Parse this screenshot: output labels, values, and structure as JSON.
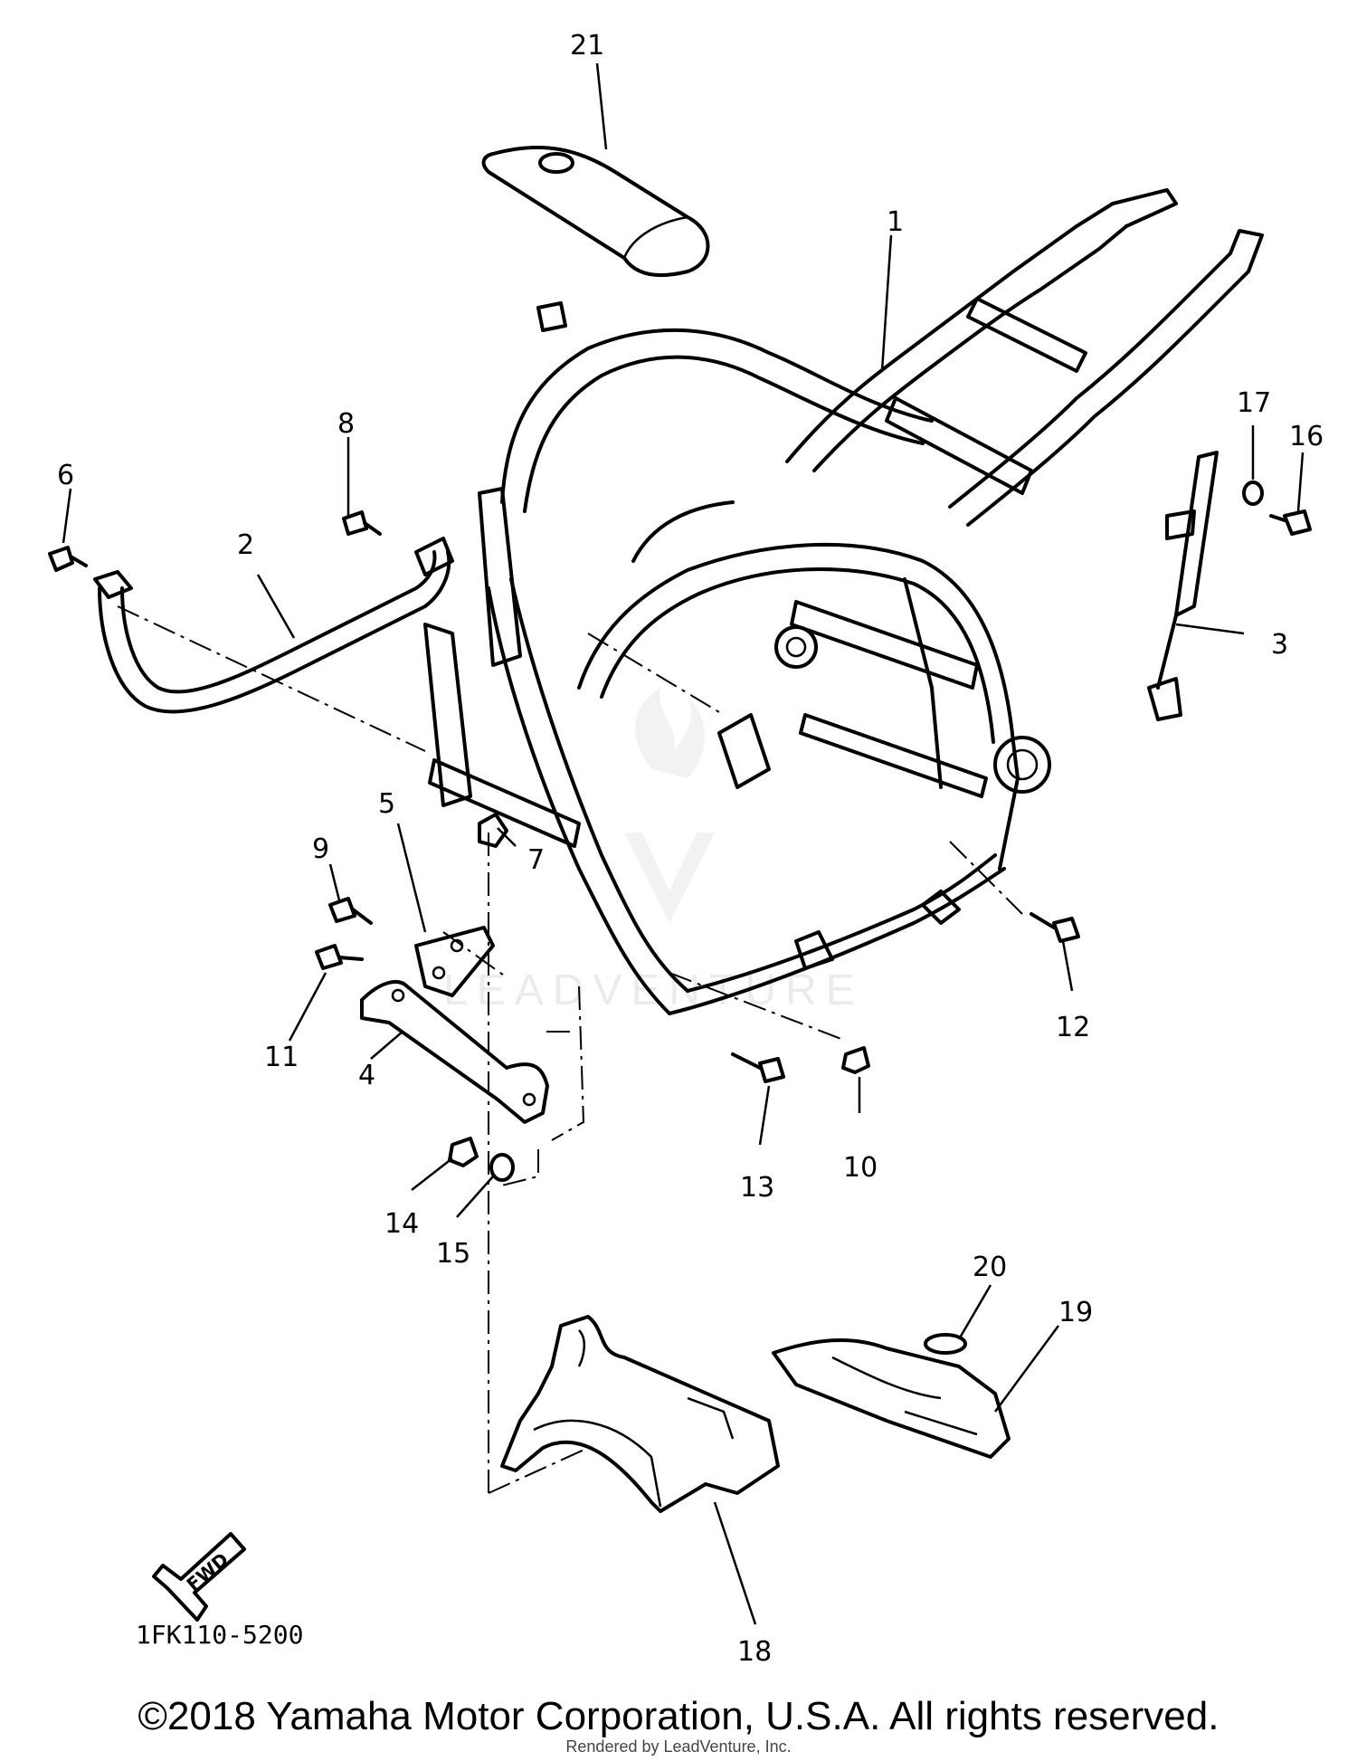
{
  "diagram": {
    "callouts": [
      "1",
      "2",
      "3",
      "4",
      "5",
      "6",
      "7",
      "8",
      "9",
      "10",
      "11",
      "12",
      "13",
      "14",
      "15",
      "16",
      "17",
      "18",
      "19",
      "20",
      "21"
    ],
    "fwd_label": "FWD",
    "diagram_code": "1FK110-5200",
    "watermark": "LEADVENTURE"
  },
  "footer": {
    "copyright": "©2018 Yamaha Motor Corporation, U.S.A. All rights reserved.",
    "rendered_by": "Rendered by LeadVenture, Inc."
  }
}
